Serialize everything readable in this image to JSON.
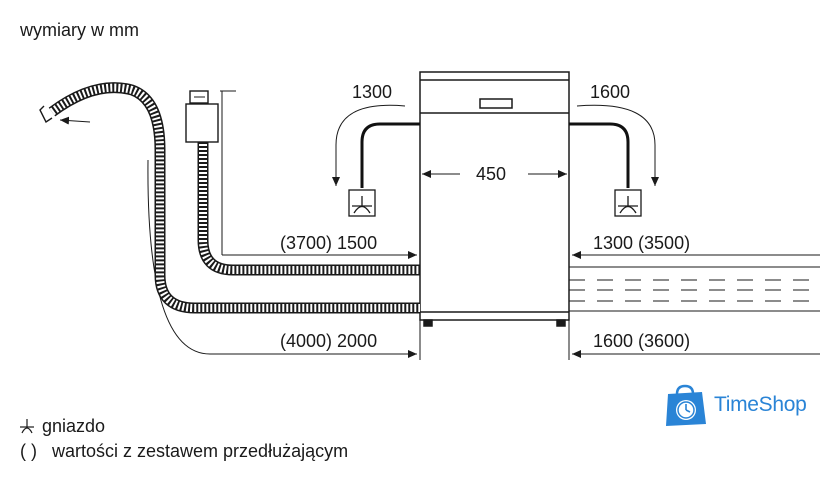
{
  "header": {
    "units_note": "wymiary w mm"
  },
  "dimensions": {
    "width_center": "450",
    "left_socket_hose": "1300",
    "right_socket_hose": "1600",
    "left_upper_hose": "(3700) 1500",
    "left_lower_hose": "(4000) 2000",
    "right_upper_hose": "1300 (3500)",
    "right_lower_hose": "1600 (3600)"
  },
  "legend": {
    "socket_label": "gniazdo",
    "socket_symbol": "⊥",
    "parentheses_symbol": "( )",
    "parentheses_label": "wartości z zestawem przedłużającym"
  },
  "watermark": {
    "brand": "TimeShop",
    "color": "#2a84d6"
  }
}
